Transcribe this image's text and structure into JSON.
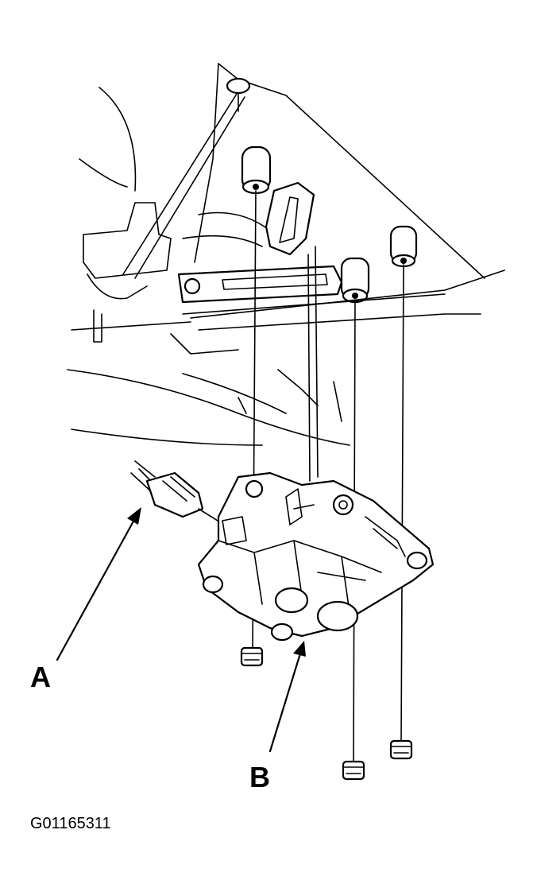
{
  "figure": {
    "callouts": [
      {
        "id": "A",
        "text": "A"
      },
      {
        "id": "B",
        "text": "B"
      }
    ],
    "figure_code": "G01165311"
  }
}
